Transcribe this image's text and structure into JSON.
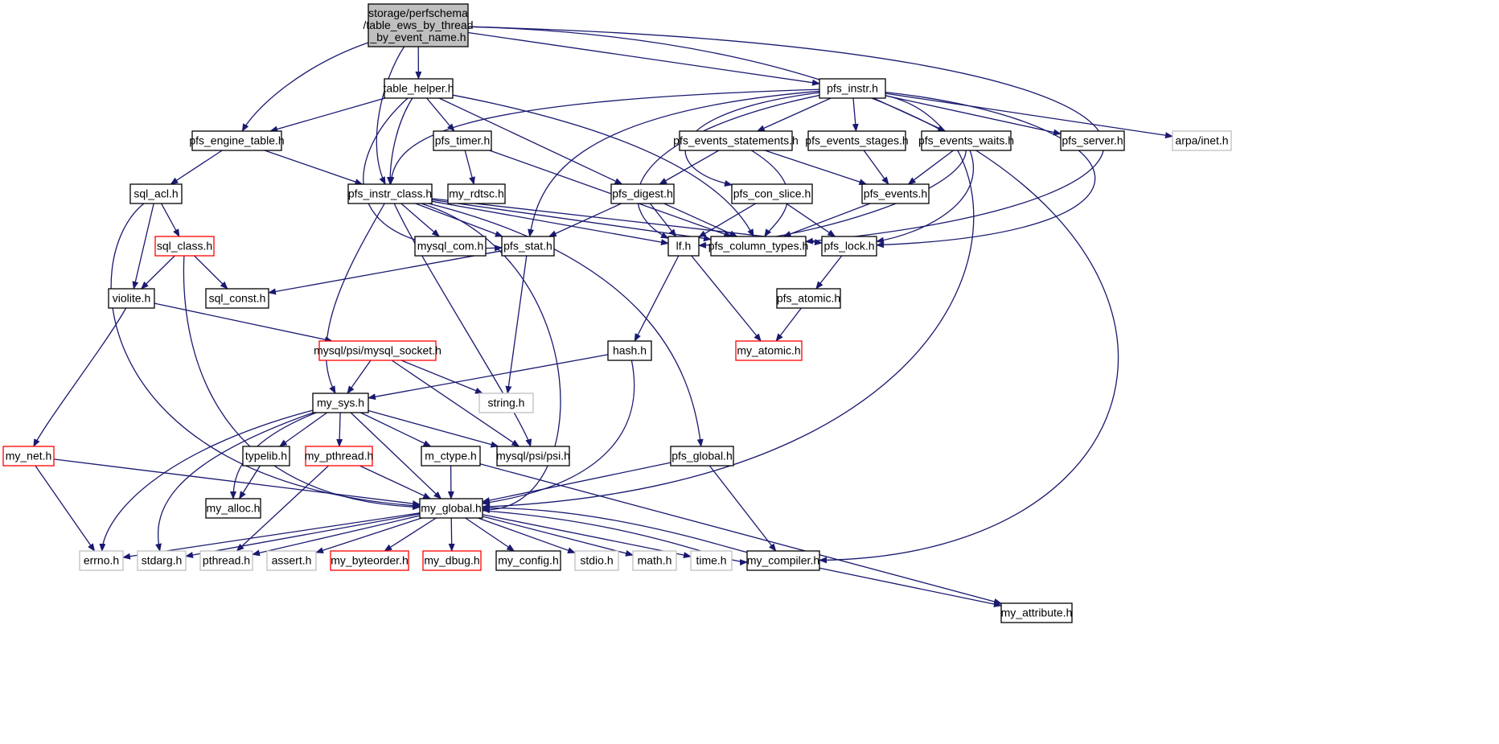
{
  "colors": {
    "edge": "#191970",
    "border_normal": "#000000",
    "border_truncated": "#ff0000",
    "border_external": "#bfbfbf",
    "fill_root": "#bfbfbf",
    "fill_default": "#ffffff"
  },
  "nodes": [
    {
      "id": "root",
      "lines": [
        "storage/perfschema",
        "/table_ews_by_thread",
        "_by_event_name.h"
      ],
      "style": "root"
    },
    {
      "id": "table_helper",
      "lines": [
        "table_helper.h"
      ],
      "style": "normal"
    },
    {
      "id": "pfs_instr",
      "lines": [
        "pfs_instr.h"
      ],
      "style": "normal"
    },
    {
      "id": "pfs_engine_table",
      "lines": [
        "pfs_engine_table.h"
      ],
      "style": "normal"
    },
    {
      "id": "pfs_timer",
      "lines": [
        "pfs_timer.h"
      ],
      "style": "normal"
    },
    {
      "id": "pfs_events_statements",
      "lines": [
        "pfs_events_statements.h"
      ],
      "style": "normal"
    },
    {
      "id": "pfs_events_stages",
      "lines": [
        "pfs_events_stages.h"
      ],
      "style": "normal"
    },
    {
      "id": "pfs_events_waits",
      "lines": [
        "pfs_events_waits.h"
      ],
      "style": "normal"
    },
    {
      "id": "pfs_server",
      "lines": [
        "pfs_server.h"
      ],
      "style": "normal"
    },
    {
      "id": "arpa_inet",
      "lines": [
        "arpa/inet.h"
      ],
      "style": "external"
    },
    {
      "id": "sql_acl",
      "lines": [
        "sql_acl.h"
      ],
      "style": "normal"
    },
    {
      "id": "pfs_instr_class",
      "lines": [
        "pfs_instr_class.h"
      ],
      "style": "normal"
    },
    {
      "id": "my_rdtsc",
      "lines": [
        "my_rdtsc.h"
      ],
      "style": "normal"
    },
    {
      "id": "pfs_digest",
      "lines": [
        "pfs_digest.h"
      ],
      "style": "normal"
    },
    {
      "id": "pfs_con_slice",
      "lines": [
        "pfs_con_slice.h"
      ],
      "style": "normal"
    },
    {
      "id": "pfs_events",
      "lines": [
        "pfs_events.h"
      ],
      "style": "normal"
    },
    {
      "id": "sql_class",
      "lines": [
        "sql_class.h"
      ],
      "style": "truncated"
    },
    {
      "id": "mysql_com",
      "lines": [
        "mysql_com.h"
      ],
      "style": "normal"
    },
    {
      "id": "pfs_stat",
      "lines": [
        "pfs_stat.h"
      ],
      "style": "normal"
    },
    {
      "id": "lf",
      "lines": [
        "lf.h"
      ],
      "style": "normal"
    },
    {
      "id": "pfs_column_types",
      "lines": [
        "pfs_column_types.h"
      ],
      "style": "normal"
    },
    {
      "id": "pfs_lock",
      "lines": [
        "pfs_lock.h"
      ],
      "style": "normal"
    },
    {
      "id": "violite",
      "lines": [
        "violite.h"
      ],
      "style": "normal"
    },
    {
      "id": "sql_const",
      "lines": [
        "sql_const.h"
      ],
      "style": "normal"
    },
    {
      "id": "pfs_atomic",
      "lines": [
        "pfs_atomic.h"
      ],
      "style": "normal"
    },
    {
      "id": "mysql_socket",
      "lines": [
        "mysql/psi/mysql_socket.h"
      ],
      "style": "truncated"
    },
    {
      "id": "hash",
      "lines": [
        "hash.h"
      ],
      "style": "normal"
    },
    {
      "id": "my_atomic",
      "lines": [
        "my_atomic.h"
      ],
      "style": "truncated"
    },
    {
      "id": "my_sys",
      "lines": [
        "my_sys.h"
      ],
      "style": "normal"
    },
    {
      "id": "string",
      "lines": [
        "string.h"
      ],
      "style": "external"
    },
    {
      "id": "my_net",
      "lines": [
        "my_net.h"
      ],
      "style": "truncated"
    },
    {
      "id": "typelib",
      "lines": [
        "typelib.h"
      ],
      "style": "normal"
    },
    {
      "id": "my_pthread",
      "lines": [
        "my_pthread.h"
      ],
      "style": "truncated"
    },
    {
      "id": "m_ctype",
      "lines": [
        "m_ctype.h"
      ],
      "style": "normal"
    },
    {
      "id": "mysql_psi",
      "lines": [
        "mysql/psi/psi.h"
      ],
      "style": "normal"
    },
    {
      "id": "pfs_global",
      "lines": [
        "pfs_global.h"
      ],
      "style": "normal"
    },
    {
      "id": "my_alloc",
      "lines": [
        "my_alloc.h"
      ],
      "style": "normal"
    },
    {
      "id": "my_global",
      "lines": [
        "my_global.h"
      ],
      "style": "normal"
    },
    {
      "id": "errno",
      "lines": [
        "errno.h"
      ],
      "style": "external"
    },
    {
      "id": "stdarg",
      "lines": [
        "stdarg.h"
      ],
      "style": "external"
    },
    {
      "id": "pthread",
      "lines": [
        "pthread.h"
      ],
      "style": "external"
    },
    {
      "id": "assert",
      "lines": [
        "assert.h"
      ],
      "style": "external"
    },
    {
      "id": "my_byteorder",
      "lines": [
        "my_byteorder.h"
      ],
      "style": "truncated"
    },
    {
      "id": "my_dbug",
      "lines": [
        "my_dbug.h"
      ],
      "style": "truncated"
    },
    {
      "id": "my_config",
      "lines": [
        "my_config.h"
      ],
      "style": "normal"
    },
    {
      "id": "stdio",
      "lines": [
        "stdio.h"
      ],
      "style": "external"
    },
    {
      "id": "math",
      "lines": [
        "math.h"
      ],
      "style": "external"
    },
    {
      "id": "time",
      "lines": [
        "time.h"
      ],
      "style": "external"
    },
    {
      "id": "my_compiler",
      "lines": [
        "my_compiler.h"
      ],
      "style": "normal"
    },
    {
      "id": "my_attribute",
      "lines": [
        "my_attribute.h"
      ],
      "style": "normal"
    }
  ],
  "edges": [
    [
      "root",
      "table_helper"
    ],
    [
      "root",
      "pfs_instr"
    ],
    [
      "root",
      "pfs_engine_table"
    ],
    [
      "root",
      "pfs_instr_class"
    ],
    [
      "root",
      "pfs_column_types"
    ],
    [
      "root",
      "my_compiler"
    ],
    [
      "table_helper",
      "pfs_engine_table"
    ],
    [
      "table_helper",
      "pfs_instr_class"
    ],
    [
      "table_helper",
      "pfs_timer"
    ],
    [
      "table_helper",
      "pfs_digest"
    ],
    [
      "table_helper",
      "pfs_column_types"
    ],
    [
      "table_helper",
      "pfs_stat"
    ],
    [
      "pfs_instr",
      "pfs_instr_class"
    ],
    [
      "pfs_instr",
      "pfs_events_statements"
    ],
    [
      "pfs_instr",
      "pfs_events_stages"
    ],
    [
      "pfs_instr",
      "pfs_events_waits"
    ],
    [
      "pfs_instr",
      "pfs_server"
    ],
    [
      "pfs_instr",
      "arpa_inet"
    ],
    [
      "pfs_instr",
      "pfs_con_slice"
    ],
    [
      "pfs_instr",
      "pfs_stat"
    ],
    [
      "pfs_instr",
      "lf"
    ],
    [
      "pfs_instr",
      "pfs_lock"
    ],
    [
      "pfs_instr",
      "my_global"
    ],
    [
      "pfs_engine_table",
      "sql_acl"
    ],
    [
      "pfs_engine_table",
      "pfs_instr_class"
    ],
    [
      "pfs_timer",
      "my_rdtsc"
    ],
    [
      "pfs_timer",
      "pfs_column_types"
    ],
    [
      "pfs_events_statements",
      "pfs_digest"
    ],
    [
      "pfs_events_statements",
      "pfs_events"
    ],
    [
      "pfs_events_statements",
      "pfs_column_types"
    ],
    [
      "pfs_events_stages",
      "pfs_events"
    ],
    [
      "pfs_events_waits",
      "pfs_events"
    ],
    [
      "pfs_events_waits",
      "pfs_lock"
    ],
    [
      "pfs_events_waits",
      "lf"
    ],
    [
      "sql_acl",
      "sql_class"
    ],
    [
      "sql_acl",
      "violite"
    ],
    [
      "sql_acl",
      "my_global"
    ],
    [
      "pfs_instr_class",
      "mysql_com"
    ],
    [
      "pfs_instr_class",
      "pfs_stat"
    ],
    [
      "pfs_instr_class",
      "lf"
    ],
    [
      "pfs_instr_class",
      "pfs_column_types"
    ],
    [
      "pfs_instr_class",
      "pfs_lock"
    ],
    [
      "pfs_instr_class",
      "my_sys"
    ],
    [
      "pfs_instr_class",
      "mysql_psi"
    ],
    [
      "pfs_instr_class",
      "my_global"
    ],
    [
      "pfs_instr_class",
      "pfs_global"
    ],
    [
      "pfs_digest",
      "pfs_stat"
    ],
    [
      "pfs_digest",
      "lf"
    ],
    [
      "pfs_digest",
      "pfs_column_types"
    ],
    [
      "pfs_con_slice",
      "lf"
    ],
    [
      "pfs_con_slice",
      "pfs_lock"
    ],
    [
      "pfs_events",
      "pfs_column_types"
    ],
    [
      "sql_class",
      "violite"
    ],
    [
      "sql_class",
      "sql_const"
    ],
    [
      "sql_class",
      "my_global"
    ],
    [
      "pfs_stat",
      "sql_const"
    ],
    [
      "pfs_stat",
      "string"
    ],
    [
      "lf",
      "hash"
    ],
    [
      "lf",
      "my_atomic"
    ],
    [
      "pfs_lock",
      "pfs_atomic"
    ],
    [
      "pfs_atomic",
      "my_atomic"
    ],
    [
      "violite",
      "mysql_socket"
    ],
    [
      "violite",
      "my_net"
    ],
    [
      "mysql_socket",
      "my_sys"
    ],
    [
      "mysql_socket",
      "string"
    ],
    [
      "mysql_socket",
      "mysql_psi"
    ],
    [
      "hash",
      "my_sys"
    ],
    [
      "hash",
      "my_global"
    ],
    [
      "my_sys",
      "typelib"
    ],
    [
      "my_sys",
      "my_pthread"
    ],
    [
      "my_sys",
      "m_ctype"
    ],
    [
      "my_sys",
      "mysql_psi"
    ],
    [
      "my_sys",
      "my_global"
    ],
    [
      "my_sys",
      "my_alloc"
    ],
    [
      "my_sys",
      "errno"
    ],
    [
      "my_sys",
      "stdarg"
    ],
    [
      "my_net",
      "my_global"
    ],
    [
      "my_net",
      "errno"
    ],
    [
      "typelib",
      "my_alloc"
    ],
    [
      "my_pthread",
      "my_global"
    ],
    [
      "my_pthread",
      "pthread"
    ],
    [
      "m_ctype",
      "my_global"
    ],
    [
      "m_ctype",
      "my_attribute"
    ],
    [
      "pfs_global",
      "my_global"
    ],
    [
      "pfs_global",
      "my_compiler"
    ],
    [
      "my_global",
      "errno"
    ],
    [
      "my_global",
      "stdarg"
    ],
    [
      "my_global",
      "pthread"
    ],
    [
      "my_global",
      "assert"
    ],
    [
      "my_global",
      "my_byteorder"
    ],
    [
      "my_global",
      "my_dbug"
    ],
    [
      "my_global",
      "my_config"
    ],
    [
      "my_global",
      "stdio"
    ],
    [
      "my_global",
      "math"
    ],
    [
      "my_global",
      "time"
    ],
    [
      "my_global",
      "my_compiler"
    ],
    [
      "my_compiler",
      "my_attribute"
    ],
    [
      "my_compiler",
      "my_global"
    ]
  ]
}
